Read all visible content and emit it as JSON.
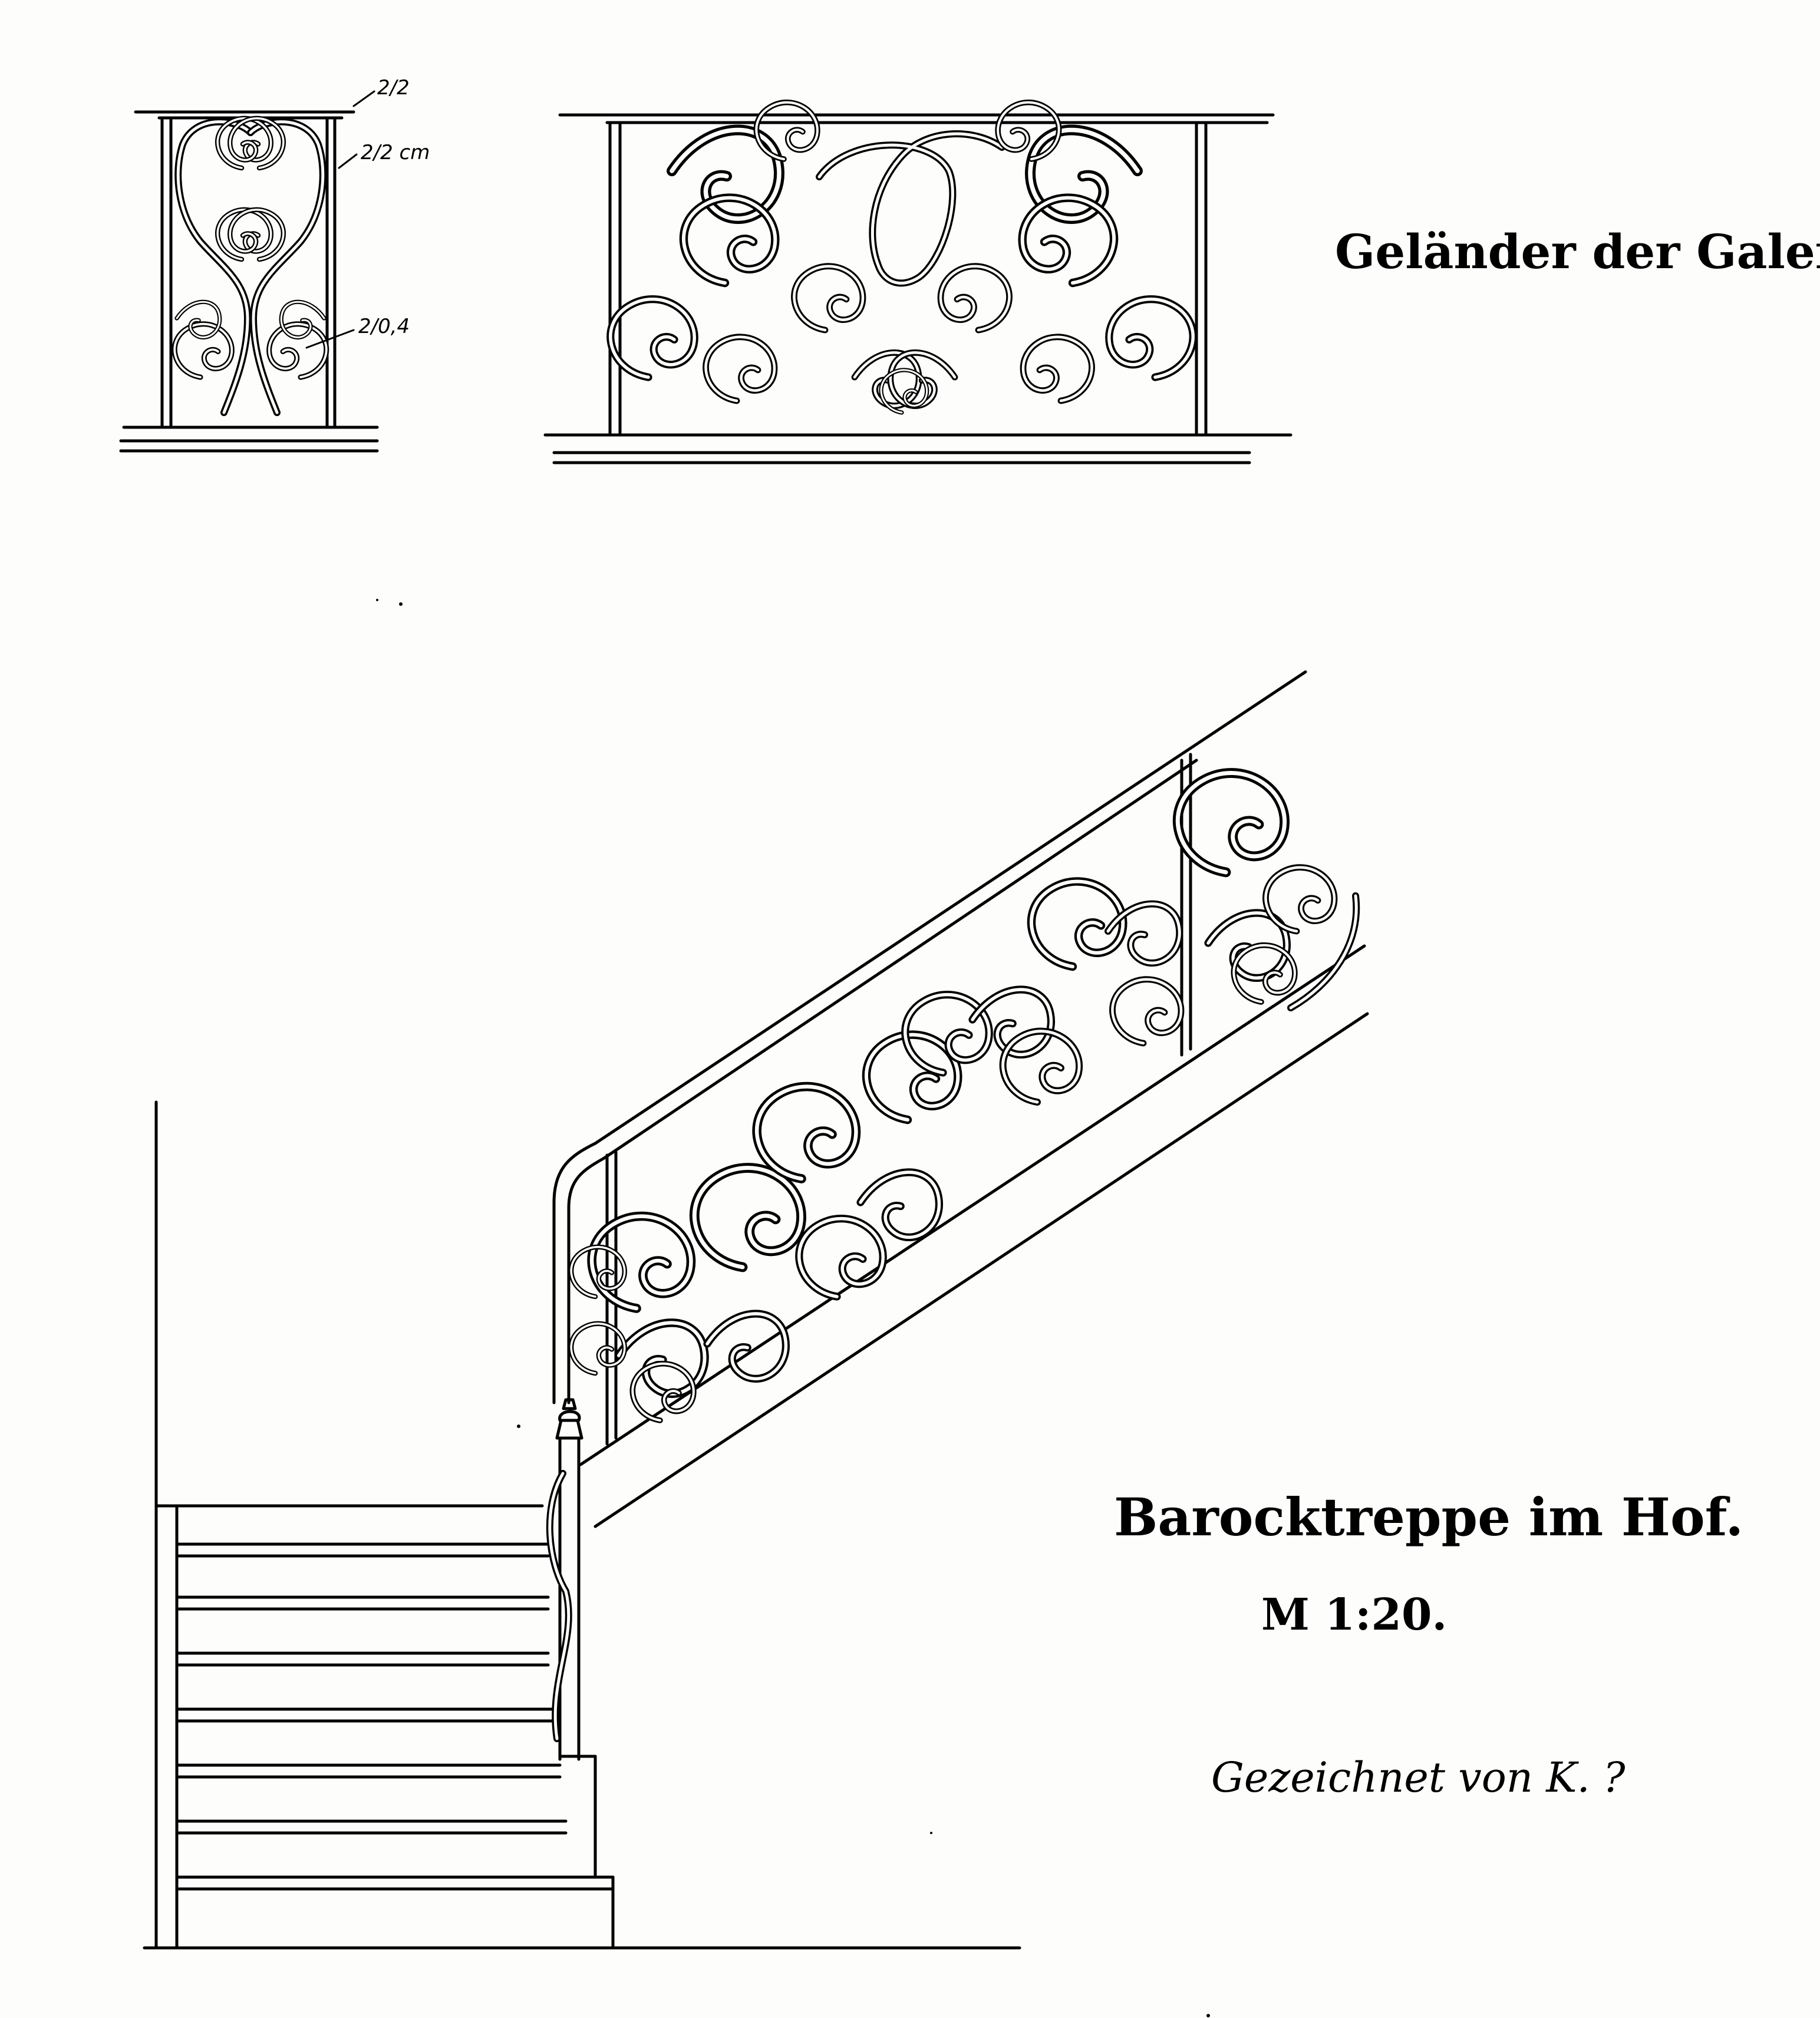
{
  "labels": {
    "galerie_title": "Geländer der Galerie.",
    "treppe_title": "Barocktreppe im Hof.",
    "scale": "M 1:20.",
    "signature": "Gezeichnet von K. ?"
  },
  "dimensions": {
    "handrail": "2/2",
    "post": "2/2 cm",
    "scroll_bar": "2/0,4"
  }
}
